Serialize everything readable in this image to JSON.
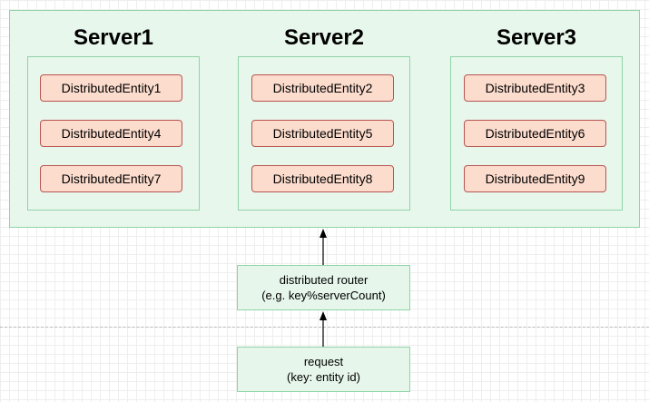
{
  "servers": [
    {
      "title": "Server1",
      "entities": [
        "DistributedEntity1",
        "DistributedEntity4",
        "DistributedEntity7"
      ]
    },
    {
      "title": "Server2",
      "entities": [
        "DistributedEntity2",
        "DistributedEntity5",
        "DistributedEntity8"
      ]
    },
    {
      "title": "Server3",
      "entities": [
        "DistributedEntity3",
        "DistributedEntity6",
        "DistributedEntity9"
      ]
    }
  ],
  "router": {
    "line1": "distributed router",
    "line2": "(e.g.  key%serverCount)"
  },
  "request": {
    "line1": "request",
    "line2": "(key: entity id)"
  },
  "colors": {
    "green_fill": "#e8f7ec",
    "green_stroke": "#8fd4a8",
    "entity_fill": "#fcdccd",
    "entity_stroke": "#b85450"
  }
}
